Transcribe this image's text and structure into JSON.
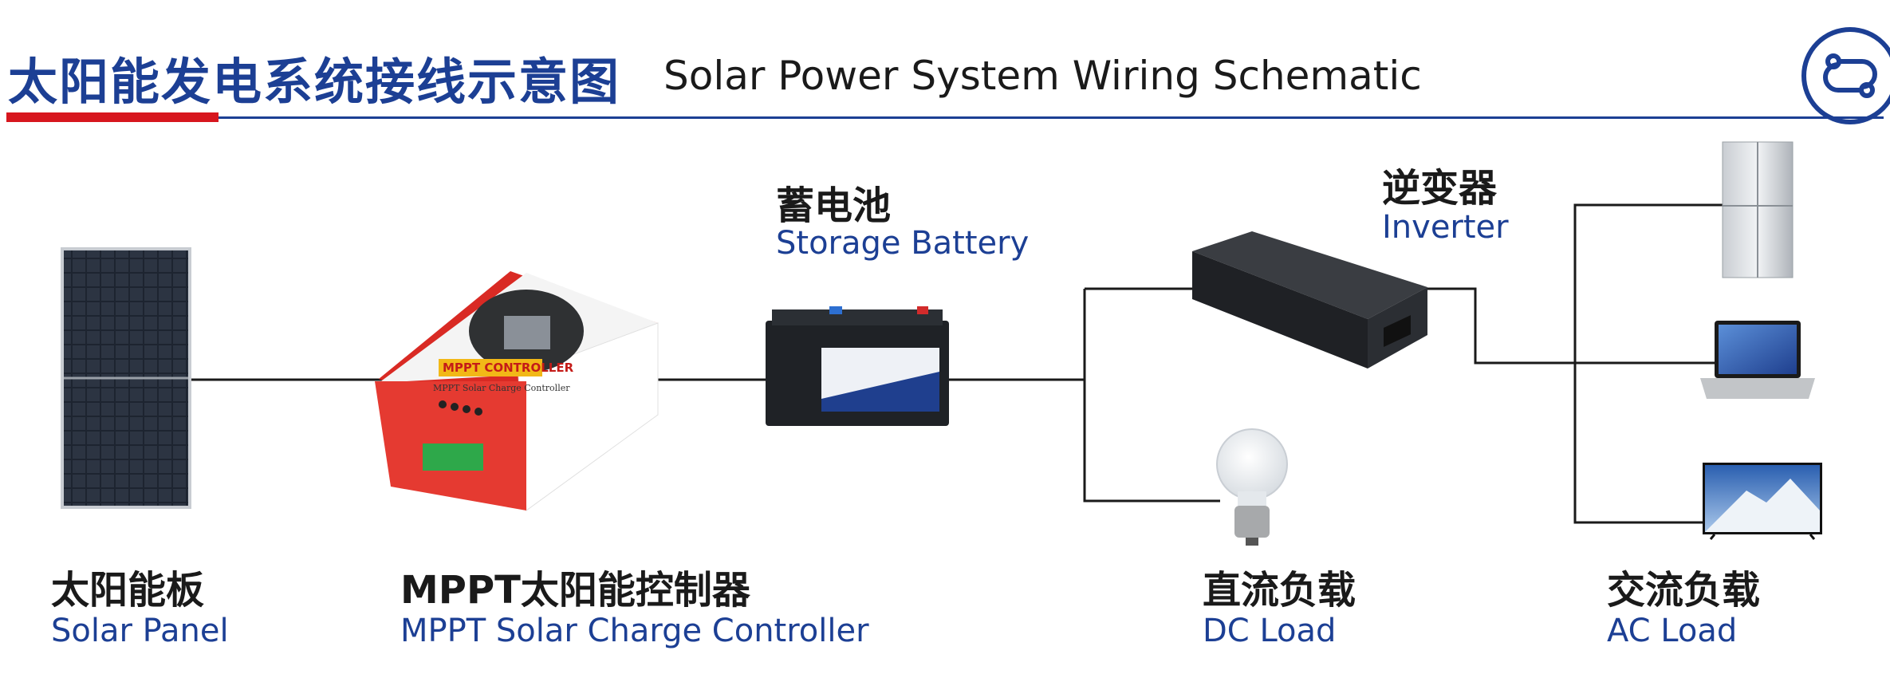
{
  "header": {
    "title_cn": "太阳能发电系统接线示意图",
    "title_en": "Solar Power System Wiring Schematic",
    "logo_icon": "link-route-icon",
    "accent_color": "#1c3f94",
    "highlight_color": "#d7161e"
  },
  "components": {
    "solar_panel": {
      "cn": "太阳能板",
      "en": "Solar Panel"
    },
    "controller": {
      "cn": "MPPT太阳能控制器",
      "en": "MPPT Solar Charge Controller",
      "device_brand": "MPPT CONTROLLER",
      "device_text": "MPPT Solar Charge Controller"
    },
    "battery": {
      "cn": "蓄电池",
      "en": "Storage Battery"
    },
    "inverter": {
      "cn": "逆变器",
      "en": "Inverter"
    },
    "dc_load": {
      "cn": "直流负载",
      "en": "DC Load"
    },
    "ac_load": {
      "cn": "交流负载",
      "en": "AC Load"
    }
  }
}
